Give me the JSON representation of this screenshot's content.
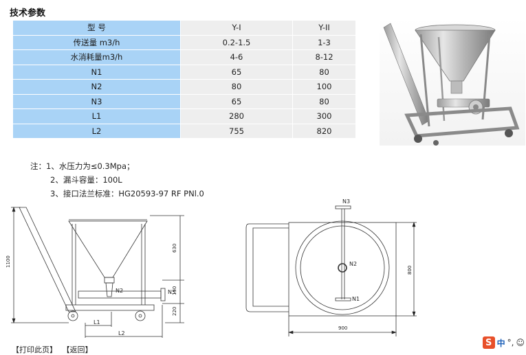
{
  "section_title": "技术参数",
  "table": {
    "headers": [
      "型 号",
      "Y-I",
      "Y-II"
    ],
    "rows": [
      [
        "传送量 m3/h",
        "0.2-1.5",
        "1-3"
      ],
      [
        "水消耗量m3/h",
        "4-6",
        "8-12"
      ],
      [
        "N1",
        "65",
        "80"
      ],
      [
        "N2",
        "80",
        "100"
      ],
      [
        "N3",
        "65",
        "80"
      ],
      [
        "L1",
        "280",
        "300"
      ],
      [
        "L2",
        "755",
        "820"
      ]
    ]
  },
  "notes": [
    "注：1、水压力为≤0.3Mpa；",
    "2、漏斗容量：100L",
    "3、接口法兰标准：HG20593-97 RF  PNl.0"
  ],
  "drawing_labels": {
    "height_total": "1100",
    "dim_630": "630",
    "dim_150": "150",
    "dim_220": "220",
    "n2": "N2",
    "n3": "N3",
    "l1": "L1",
    "l2": "L2",
    "top_n3": "N3",
    "top_n2": "N2",
    "top_n1": "N1",
    "dim_800": "800",
    "dim_900": "900"
  },
  "footer": {
    "print_link": "【打印此页】",
    "back_link": "【返回】"
  },
  "ime": {
    "logo": "S",
    "mode": "中",
    "punct": "°,",
    "icon": "☺"
  },
  "colors": {
    "header_blue": "#a9d3f6",
    "cell_gray": "#eeeeee"
  }
}
